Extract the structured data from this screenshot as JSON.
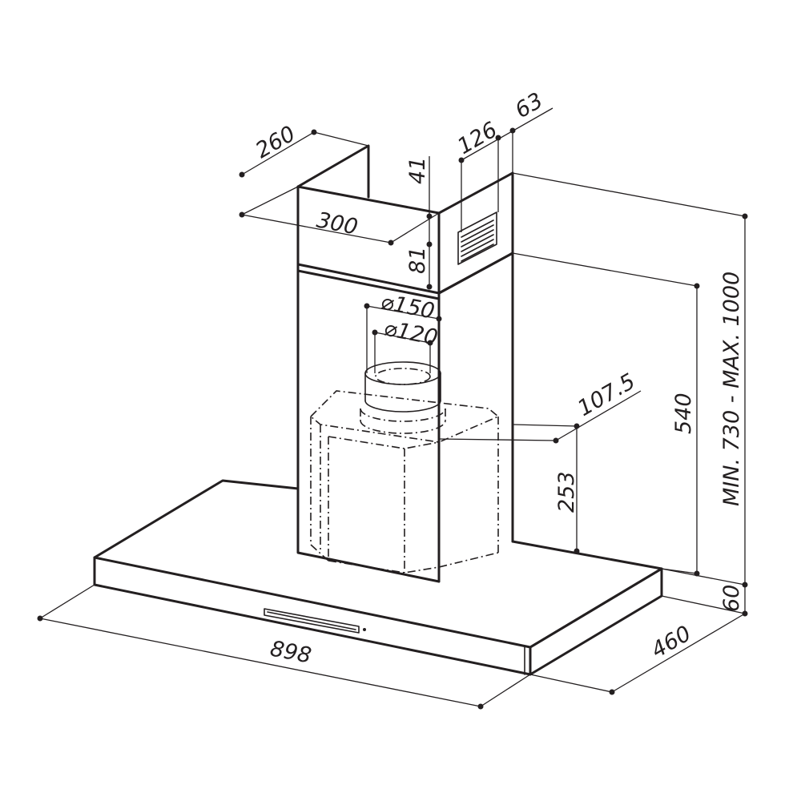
{
  "colors": {
    "ink": "#231f20",
    "background": "#ffffff"
  },
  "dimensions": {
    "d260": "260",
    "d300": "300",
    "d41": "41",
    "d81": "81",
    "d126": "126",
    "d63": "63",
    "d150": "⌀150",
    "d120": "⌀120",
    "d107": "107.5",
    "d253": "253",
    "d540": "540",
    "dMin": "MIN. 730 - MAX. 1000",
    "d60": "60",
    "d898": "898",
    "d460": "460"
  }
}
